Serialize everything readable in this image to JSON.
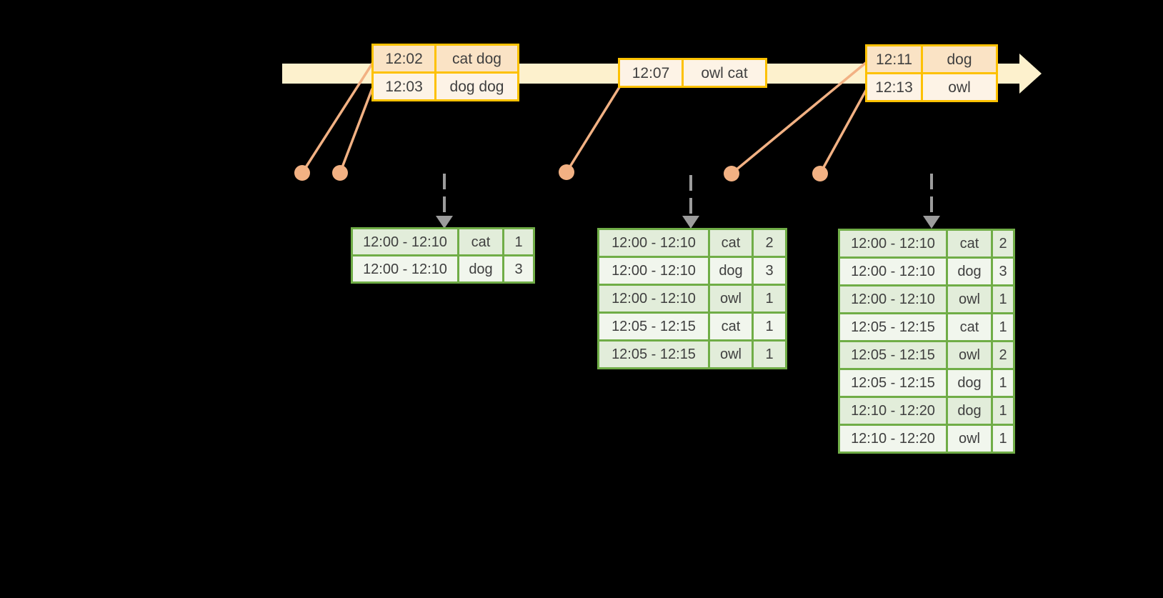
{
  "colors": {
    "timeline_fill": "#fdf1cd",
    "event_border": "#fdc101",
    "event_row_dark": "#fae3c5",
    "event_row_light": "#fdf3e6",
    "connector": "#f2b183",
    "table_border": "#70ad47",
    "table_row_dark": "#e2edda",
    "table_row_light": "#f1f6ed",
    "arrow_gray": "#9c9c9c",
    "text": "#3f3f3f"
  },
  "timeline": {
    "events": [
      {
        "rows": [
          {
            "time": "12:02",
            "words": "cat dog"
          },
          {
            "time": "12:03",
            "words": "dog dog"
          }
        ]
      },
      {
        "rows": [
          {
            "time": "12:07",
            "words": "owl cat"
          }
        ]
      },
      {
        "rows": [
          {
            "time": "12:11",
            "words": "dog"
          },
          {
            "time": "12:13",
            "words": "owl"
          }
        ]
      }
    ]
  },
  "result_tables": [
    {
      "rows": [
        [
          "12:00 - 12:10",
          "cat",
          "1"
        ],
        [
          "12:00 - 12:10",
          "dog",
          "3"
        ]
      ]
    },
    {
      "rows": [
        [
          "12:00 - 12:10",
          "cat",
          "2"
        ],
        [
          "12:00 - 12:10",
          "dog",
          "3"
        ],
        [
          "12:00 - 12:10",
          "owl",
          "1"
        ],
        [
          "12:05 - 12:15",
          "cat",
          "1"
        ],
        [
          "12:05 - 12:15",
          "owl",
          "1"
        ]
      ]
    },
    {
      "rows": [
        [
          "12:00 - 12:10",
          "cat",
          "2"
        ],
        [
          "12:00 - 12:10",
          "dog",
          "3"
        ],
        [
          "12:00 - 12:10",
          "owl",
          "1"
        ],
        [
          "12:05 - 12:15",
          "cat",
          "1"
        ],
        [
          "12:05 - 12:15",
          "owl",
          "2"
        ],
        [
          "12:05 - 12:15",
          "dog",
          "1"
        ],
        [
          "12:10 - 12:20",
          "dog",
          "1"
        ],
        [
          "12:10 - 12:20",
          "owl",
          "1"
        ]
      ]
    }
  ]
}
